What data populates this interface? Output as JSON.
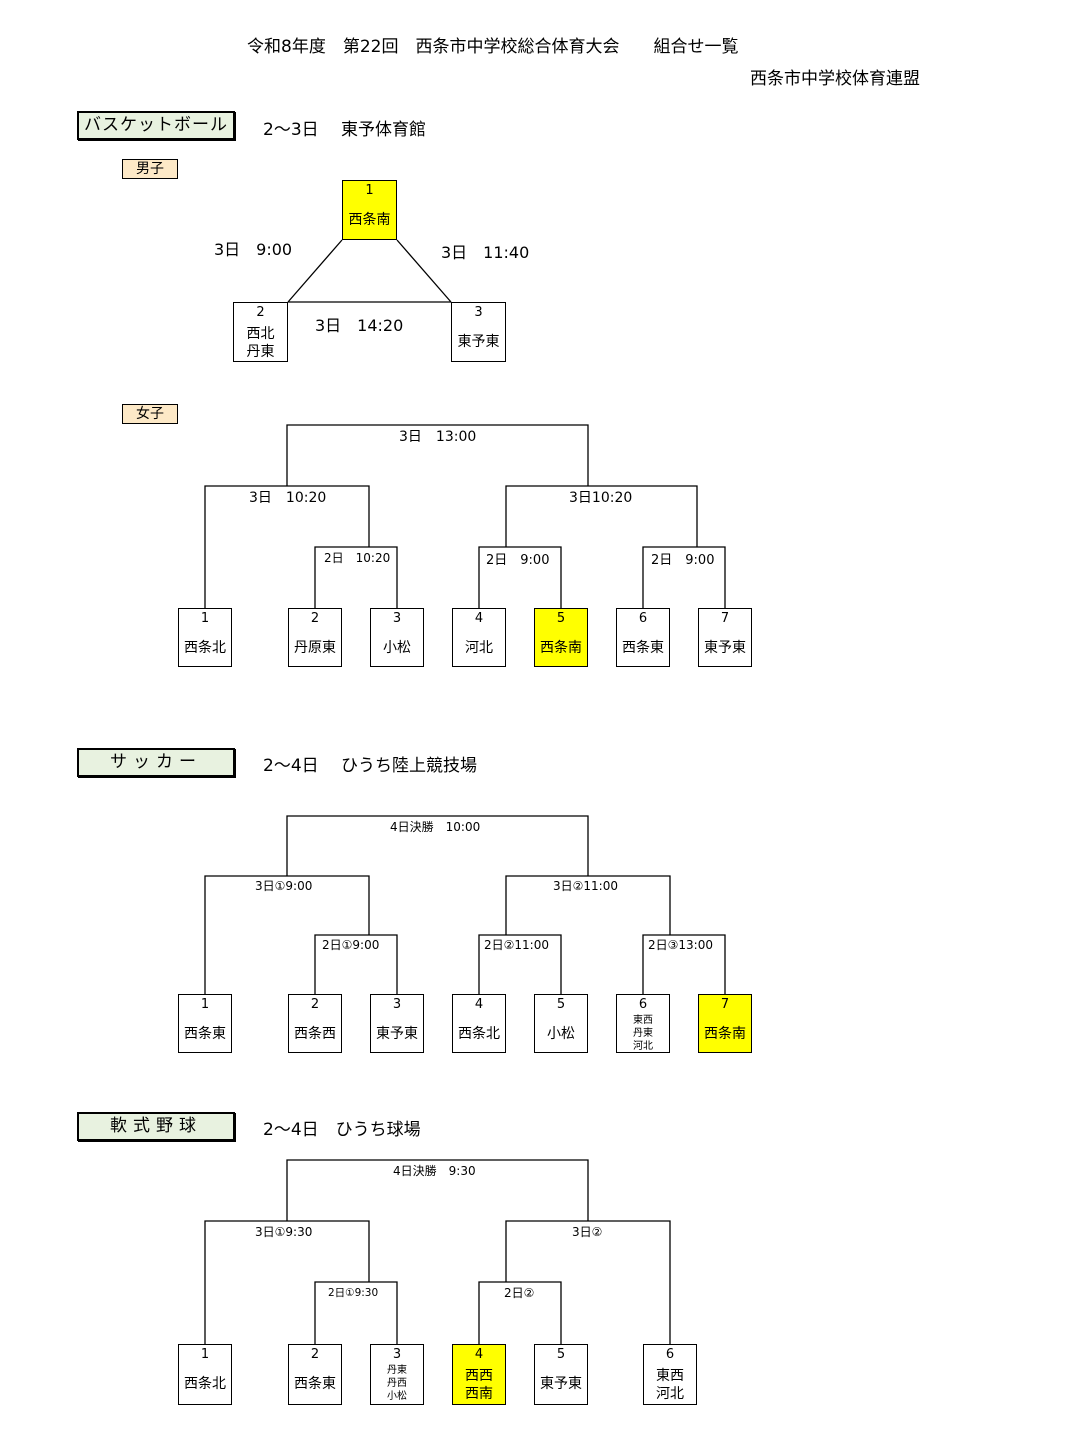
{
  "header": {
    "title": "令和8年度　第22回　西条市中学校総合体育大会　　組合せ一覧",
    "organizer": "西条市中学校体育連盟"
  },
  "basketball": {
    "label": "バスケットボール",
    "info": "2～3日　 東予体育館",
    "boys": {
      "label": "男子",
      "teams": [
        {
          "num": "1",
          "name": "西条南"
        },
        {
          "num": "2",
          "name": "西北\n丹東"
        },
        {
          "num": "3",
          "name": "東予東"
        }
      ],
      "times": {
        "left": "3日　9:00",
        "right": "3日　11:40",
        "bottom": "3日　14:20"
      }
    },
    "girls": {
      "label": "女子",
      "teams": [
        {
          "num": "1",
          "name": "西条北"
        },
        {
          "num": "2",
          "name": "丹原東"
        },
        {
          "num": "3",
          "name": "小松"
        },
        {
          "num": "4",
          "name": "河北"
        },
        {
          "num": "5",
          "name": "西条南"
        },
        {
          "num": "6",
          "name": "西条東"
        },
        {
          "num": "7",
          "name": "東予東"
        }
      ],
      "times": {
        "final": "3日　13:00",
        "semi_left": "3日　10:20",
        "semi_right": "3日10:20",
        "q_23": "2日　10:20",
        "q_45": "2日　9:00",
        "q_67": "2日　9:00"
      }
    }
  },
  "soccer": {
    "label": "サッカー",
    "info": "2～4日　 ひうち陸上競技場",
    "teams": [
      {
        "num": "1",
        "name": "西条東"
      },
      {
        "num": "2",
        "name": "西条西"
      },
      {
        "num": "3",
        "name": "東予東"
      },
      {
        "num": "4",
        "name": "西条北"
      },
      {
        "num": "5",
        "name": "小松"
      },
      {
        "num": "6",
        "name": "東西\n丹東\n河北"
      },
      {
        "num": "7",
        "name": "西条南"
      }
    ],
    "times": {
      "final": "4日決勝　10:00",
      "semi_left": "3日①9:00",
      "semi_right": "3日②11:00",
      "q_23": "2日①9:00",
      "q_45": "2日②11:00",
      "q_67": "2日③13:00"
    }
  },
  "baseball": {
    "label": "軟式野球",
    "info": "2～4日　ひうち球場",
    "teams": [
      {
        "num": "1",
        "name": "西条北"
      },
      {
        "num": "2",
        "name": "西条東"
      },
      {
        "num": "3",
        "name": "丹東\n丹西\n小松"
      },
      {
        "num": "4",
        "name": "西西\n西南"
      },
      {
        "num": "5",
        "name": "東予東"
      },
      {
        "num": "6",
        "name": "東西\n河北"
      }
    ],
    "times": {
      "final": "4日決勝　9:30",
      "semi_left": "3日①9:30",
      "semi_right": "3日②",
      "q_23": "2日①9:30",
      "q_45": "2日②"
    }
  }
}
